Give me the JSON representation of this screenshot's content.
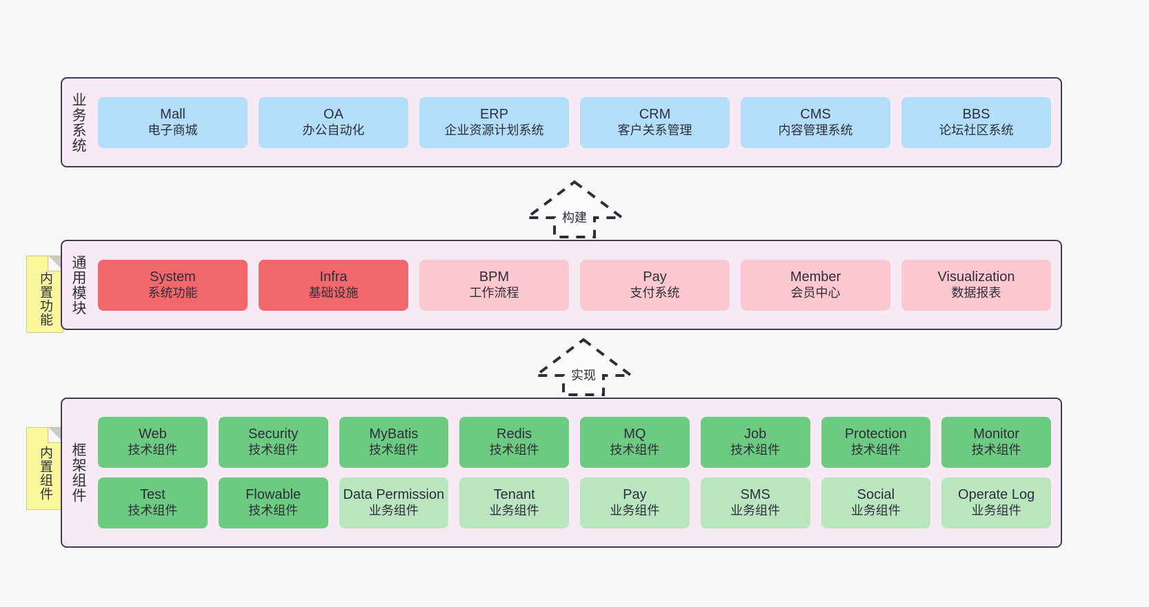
{
  "diagram": {
    "background_color": "#f7f7f7",
    "band_fill": "#f7eaf4",
    "band_border": "#3f3d52"
  },
  "layers": [
    {
      "id": "business",
      "title": "业务系统",
      "color": "#b3defa",
      "rows": [
        [
          {
            "name": "Mall",
            "desc": "电子商城",
            "style": "c-blue"
          },
          {
            "name": "OA",
            "desc": "办公自动化",
            "style": "c-blue"
          },
          {
            "name": "ERP",
            "desc": "企业资源计划系统",
            "style": "c-blue"
          },
          {
            "name": "CRM",
            "desc": "客户关系管理",
            "style": "c-blue"
          },
          {
            "name": "CMS",
            "desc": "内容管理系统",
            "style": "c-blue"
          },
          {
            "name": "BBS",
            "desc": "论坛社区系统",
            "style": "c-blue"
          }
        ]
      ]
    },
    {
      "id": "common",
      "title": "通用模块",
      "note": "内置功能",
      "rows": [
        [
          {
            "name": "System",
            "desc": "系统功能",
            "style": "c-red"
          },
          {
            "name": "Infra",
            "desc": "基础设施",
            "style": "c-red"
          },
          {
            "name": "BPM",
            "desc": "工作流程",
            "style": "c-pink"
          },
          {
            "name": "Pay",
            "desc": "支付系统",
            "style": "c-pink"
          },
          {
            "name": "Member",
            "desc": "会员中心",
            "style": "c-pink"
          },
          {
            "name": "Visualization",
            "desc": "数据报表",
            "style": "c-pink"
          }
        ]
      ]
    },
    {
      "id": "framework",
      "title": "框架组件",
      "note": "内置组件",
      "rows": [
        [
          {
            "name": "Web",
            "desc": "技术组件",
            "style": "c-green"
          },
          {
            "name": "Security",
            "desc": "技术组件",
            "style": "c-green"
          },
          {
            "name": "MyBatis",
            "desc": "技术组件",
            "style": "c-green"
          },
          {
            "name": "Redis",
            "desc": "技术组件",
            "style": "c-green"
          },
          {
            "name": "MQ",
            "desc": "技术组件",
            "style": "c-green"
          },
          {
            "name": "Job",
            "desc": "技术组件",
            "style": "c-green"
          },
          {
            "name": "Protection",
            "desc": "技术组件",
            "style": "c-green"
          },
          {
            "name": "Monitor",
            "desc": "技术组件",
            "style": "c-green"
          }
        ],
        [
          {
            "name": "Test",
            "desc": "技术组件",
            "style": "c-green"
          },
          {
            "name": "Flowable",
            "desc": "技术组件",
            "style": "c-green"
          },
          {
            "name": "Data Permission",
            "desc": "业务组件",
            "style": "c-lightgreen"
          },
          {
            "name": "Tenant",
            "desc": "业务组件",
            "style": "c-lightgreen"
          },
          {
            "name": "Pay",
            "desc": "业务组件",
            "style": "c-lightgreen"
          },
          {
            "name": "SMS",
            "desc": "业务组件",
            "style": "c-lightgreen"
          },
          {
            "name": "Social",
            "desc": "业务组件",
            "style": "c-lightgreen"
          },
          {
            "name": "Operate Log",
            "desc": "业务组件",
            "style": "c-lightgreen"
          }
        ]
      ]
    }
  ],
  "arrows": [
    {
      "id": "build",
      "label": "构建",
      "direction": "up",
      "style": "dashed-hollow"
    },
    {
      "id": "impl",
      "label": "实现",
      "direction": "up",
      "style": "dashed-hollow"
    }
  ]
}
